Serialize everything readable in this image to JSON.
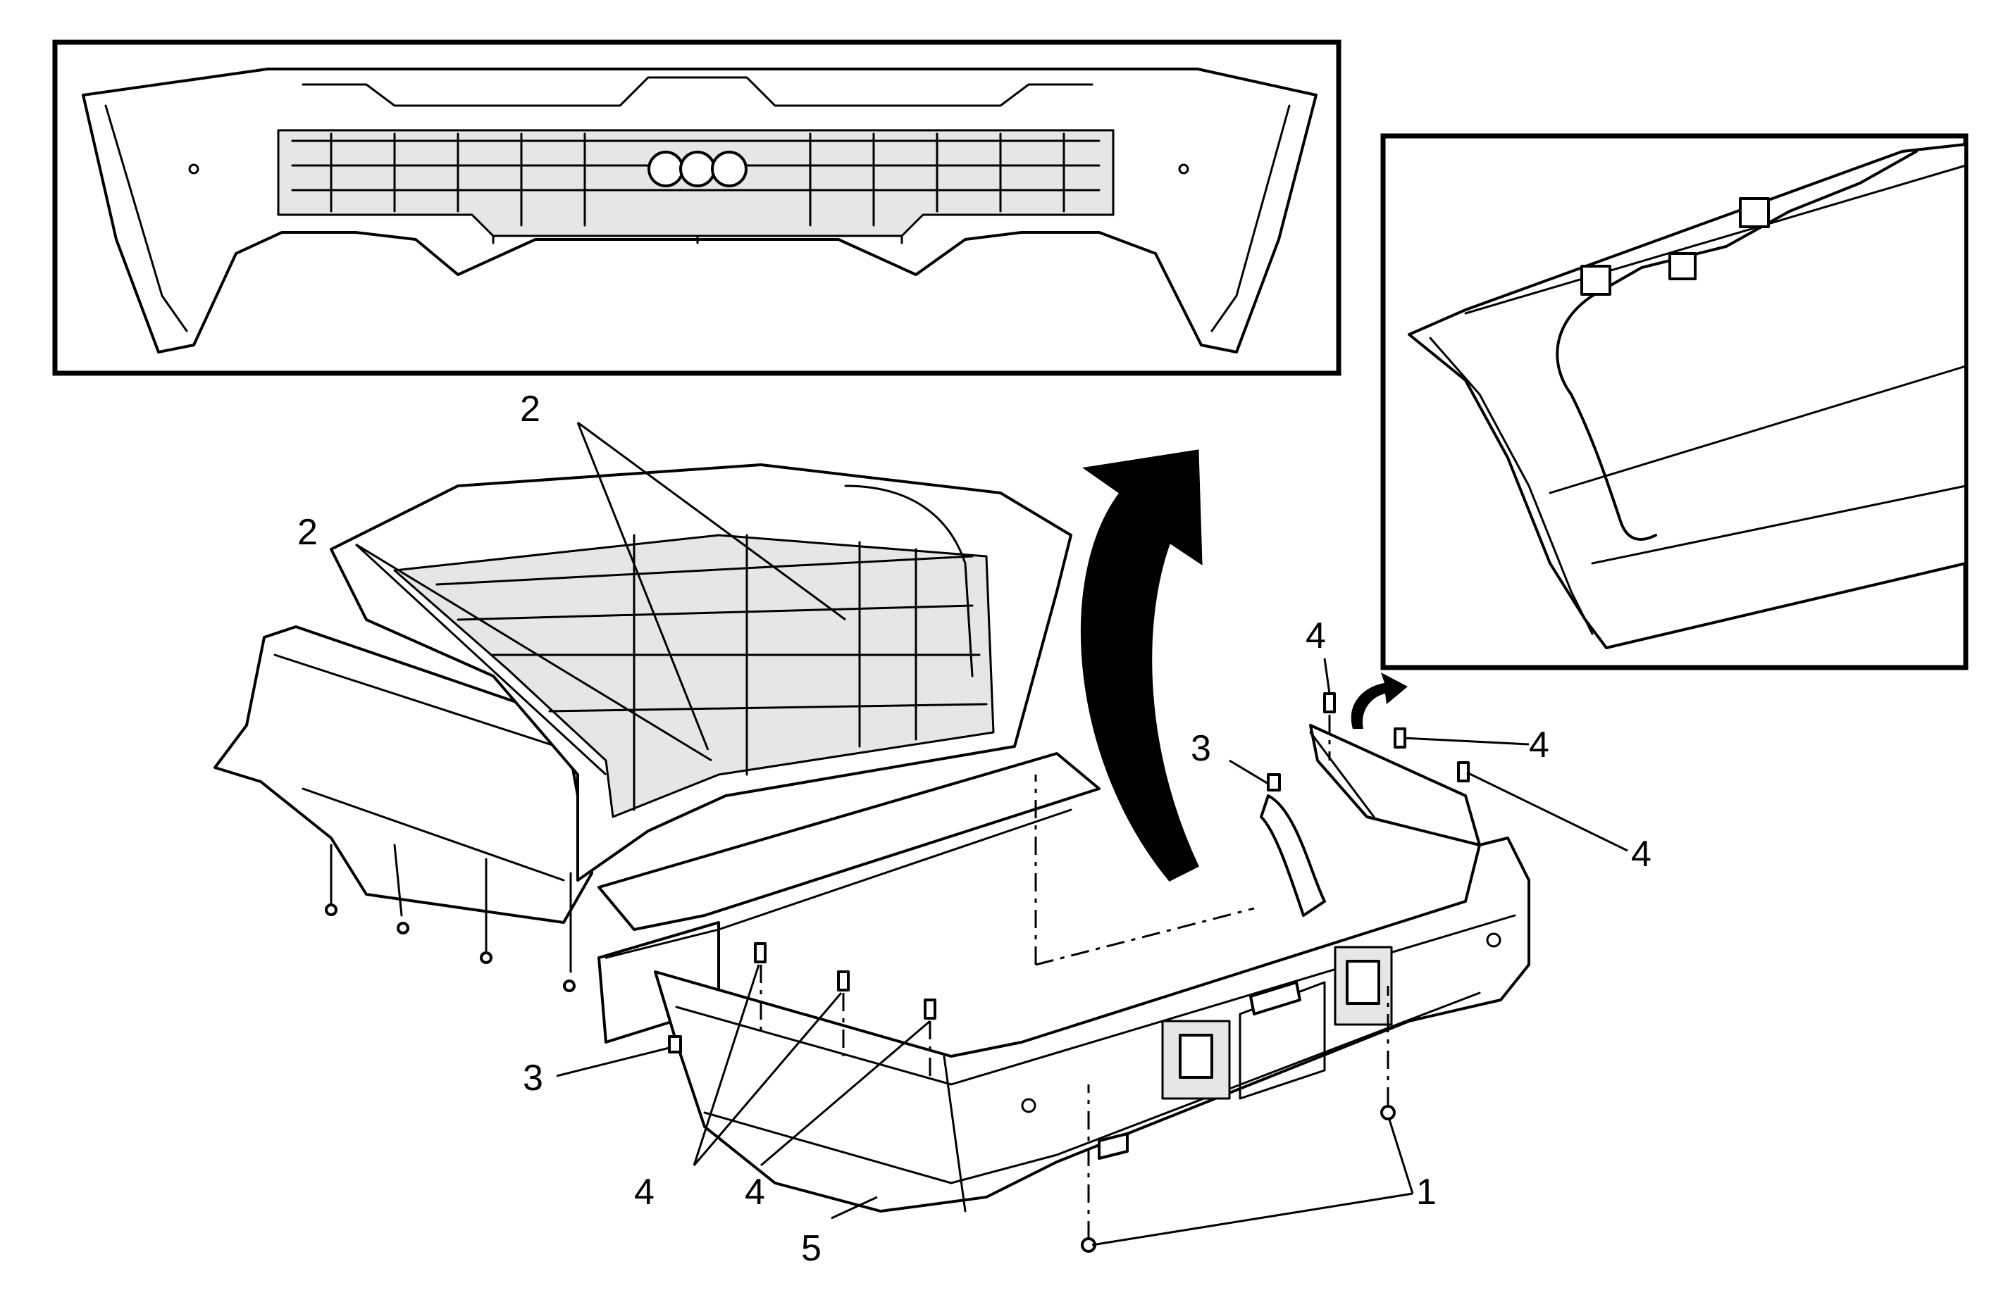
{
  "callouts": {
    "c2a": "2",
    "c2b": "2",
    "c3a": "3",
    "c3b": "3",
    "c4a": "4",
    "c4b": "4",
    "c4c": "4",
    "c4d": "4",
    "c4e": "4",
    "c1": "1",
    "c5": "5"
  }
}
